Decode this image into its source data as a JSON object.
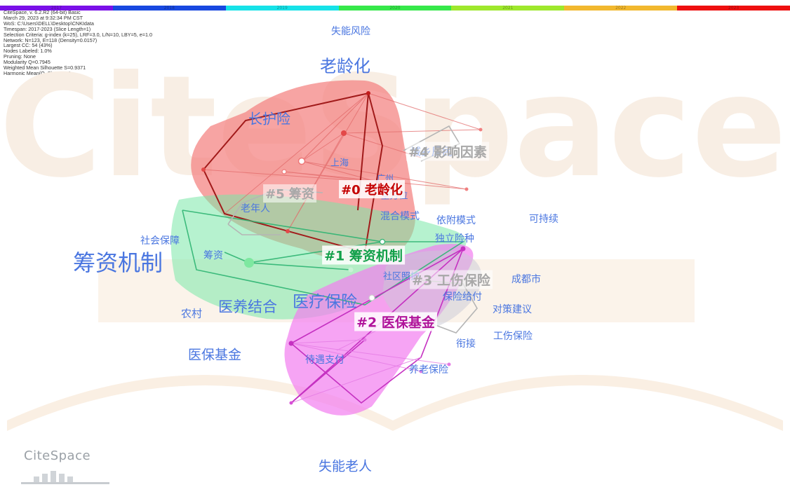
{
  "timeline": {
    "years": [
      "2017",
      "2018",
      "2019",
      "2020",
      "2021",
      "2022",
      "2023"
    ],
    "colors": [
      "#7a10e8",
      "#1848e0",
      "#16e2e8",
      "#36e84a",
      "#9ee82c",
      "#f2b82e",
      "#ee1010"
    ]
  },
  "info_lines": [
    "CiteSpace, v. 6.2.R2 (64-bit) Basic",
    "March 29, 2023 at 9:32:34 PM CST",
    "WoS: C:\\Users\\DELL\\Desktop\\CNKIdata",
    "Timespan: 2017-2023 (Slice Length=1)",
    "Selection Criteria: g-index (k=25), LRF=3.0, L/N=10, LBY=5, e=1.0",
    "Network: N=123, E=118 (Density=0.0157)",
    "Largest CC: 54 (43%)",
    "Nodes Labeled: 1.0%",
    "Pruning: None",
    "Modularity Q=0.7945",
    "Weighted Mean Silhouette S=0.9371",
    "Harmonic Mean(Q, S)=0.8599"
  ],
  "watermark": "CiteSpace",
  "logo_text": "CiteSpace",
  "keywords": [
    {
      "text": "失能风险",
      "size": 14
    },
    {
      "text": "老龄化",
      "size": 24
    },
    {
      "text": "长护险",
      "size": 20
    },
    {
      "text": "城乡居民",
      "size": 15
    },
    {
      "text": "上海",
      "size": 13
    },
    {
      "text": "广州",
      "size": 12
    },
    {
      "text": "全方位",
      "size": 13
    },
    {
      "text": "混合模式",
      "size": 14
    },
    {
      "text": "依附模式",
      "size": 14
    },
    {
      "text": "可持续",
      "size": 14
    },
    {
      "text": "老年人",
      "size": 14
    },
    {
      "text": "社会保障",
      "size": 14
    },
    {
      "text": "独立险种",
      "size": 14
    },
    {
      "text": "筹资",
      "size": 14
    },
    {
      "text": "筹资机制",
      "size": 32
    },
    {
      "text": "社区照护",
      "size": 13
    },
    {
      "text": "成都市",
      "size": 14
    },
    {
      "text": "保险给付",
      "size": 14
    },
    {
      "text": "医疗保险",
      "size": 23
    },
    {
      "text": "医养结合",
      "size": 21
    },
    {
      "text": "对策建议",
      "size": 14
    },
    {
      "text": "农村",
      "size": 15
    },
    {
      "text": "工伤保险",
      "size": 14
    },
    {
      "text": "衔接",
      "size": 14
    },
    {
      "text": "医保基金",
      "size": 19
    },
    {
      "text": "待遇支付",
      "size": 14
    },
    {
      "text": "养老保险",
      "size": 14
    },
    {
      "text": "失能老人",
      "size": 19
    }
  ],
  "clusters": [
    {
      "label": "#0 老龄化",
      "color": "#c40000"
    },
    {
      "label": "#1 筹资机制",
      "color": "#13a04a"
    },
    {
      "label": "#2 医保基金",
      "color": "#b0139a"
    },
    {
      "label": "#3 工伤保险",
      "color": "#a8a8a8"
    },
    {
      "label": "#4 影响因素",
      "color": "#a8a8a8"
    },
    {
      "label": "#5 筹资",
      "color": "#a8a8a8"
    }
  ]
}
